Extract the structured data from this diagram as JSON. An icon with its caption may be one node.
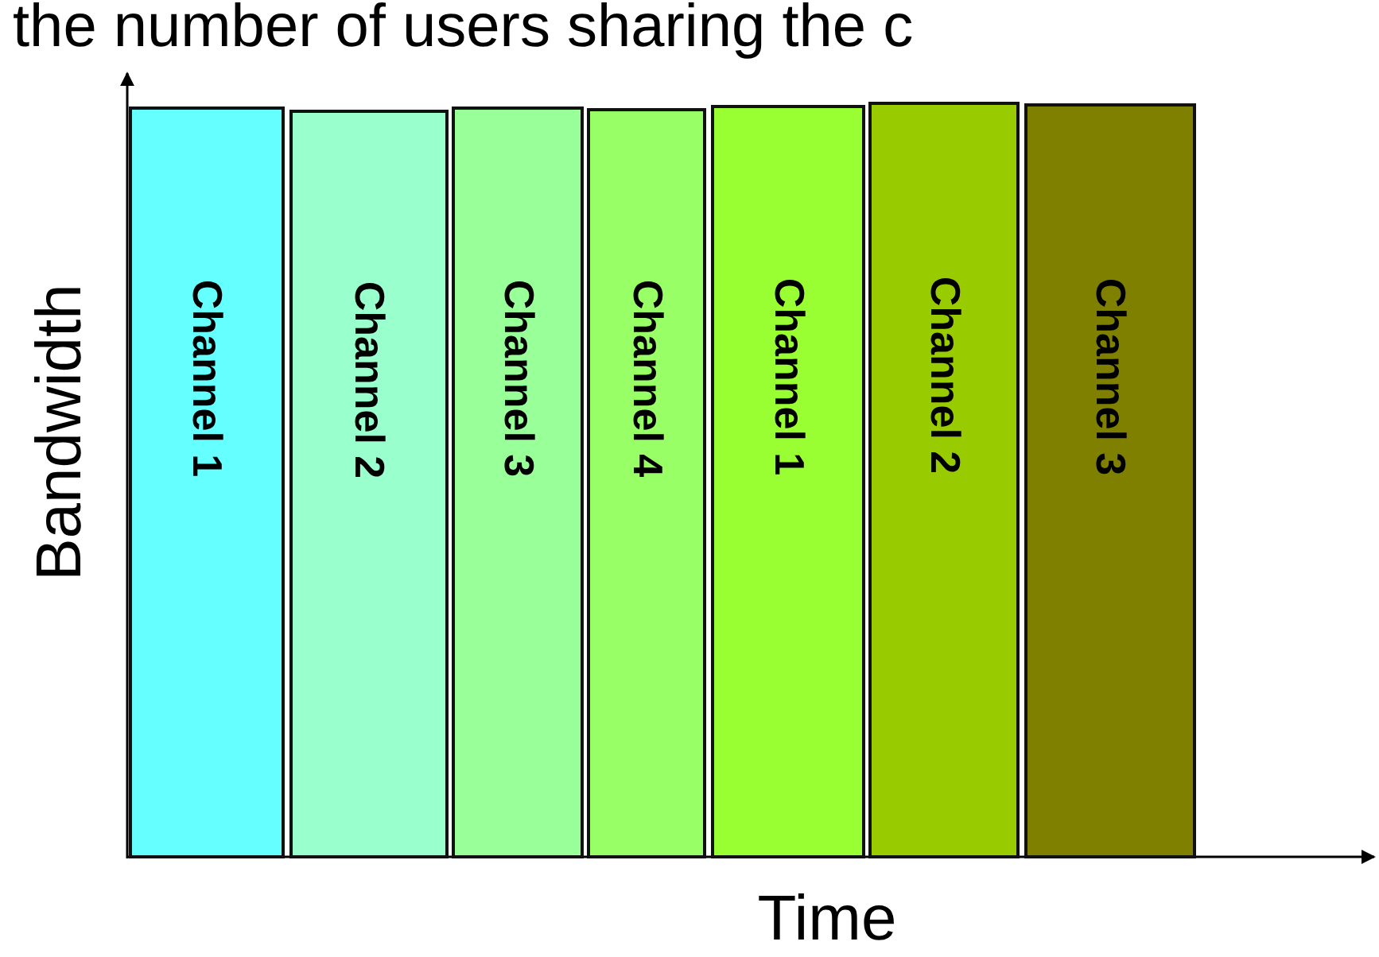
{
  "diagram": {
    "nodes": [
      {
        "text": [
          "Channel 1"
        ]
      },
      {
        "text": [
          "Channel 2"
        ]
      },
      {
        "text": [
          "Channel 3"
        ]
      },
      {
        "text": [
          "Channel 4"
        ]
      },
      {
        "text": [
          "Channel 1"
        ]
      },
      {
        "text": [
          "Channel 2"
        ]
      },
      {
        "text": [
          "Channel 3"
        ]
      }
    ],
    "labels": [
      "the number of users sharing the c",
      "Bandwidth",
      "Time"
    ]
  }
}
